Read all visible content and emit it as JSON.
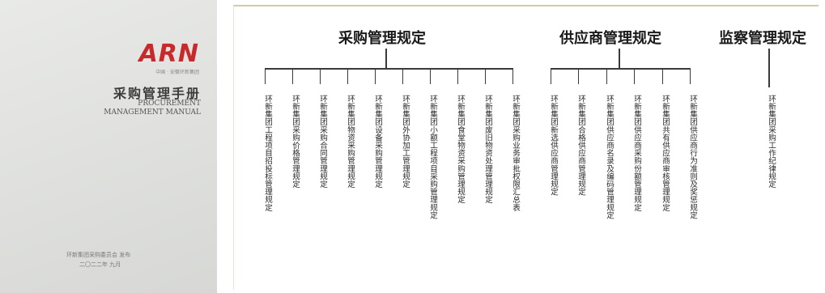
{
  "cover": {
    "logo_text": "ARN",
    "logo_subtext": "中国 · 安徽环新集团",
    "title": "采购管理手册",
    "subtitle_en_line1": "PROCUREMENT",
    "subtitle_en_line2": "MANAGEMENT MANUAL",
    "issuer": "环新集团采购委员会  发布",
    "date": "二〇二二年  九月"
  },
  "groups": [
    {
      "title": "采购管理规定",
      "items": [
        "环新集团工程项目招投标管理规定",
        "环新集团采购价格管理规定",
        "环新集团采购合同管理规定",
        "环新集团物资采购管理规定",
        "环新集团设备采购管理规定",
        "环新集团外协加工管理规定",
        "环新集团小额工程项目采购管理规定",
        "环新集团食堂物资采购管理规定",
        "环新集团废旧物资处理管理规定",
        "环新集团采购业务审批权限汇总表"
      ]
    },
    {
      "title": "供应商管理规定",
      "items": [
        "环新集团新选供应商管理规定",
        "环新集团合格供应商管理规定",
        "环新集团供应商名录及编码管理规定",
        "环新集团供应商采购份额管理规定",
        "环新集团共有供应商审核管理规定",
        "环新集团供应商行为准则及奖惩规定"
      ]
    },
    {
      "title": "监察管理规定",
      "items": [
        "环新集团采购工作纪律规定"
      ]
    }
  ]
}
